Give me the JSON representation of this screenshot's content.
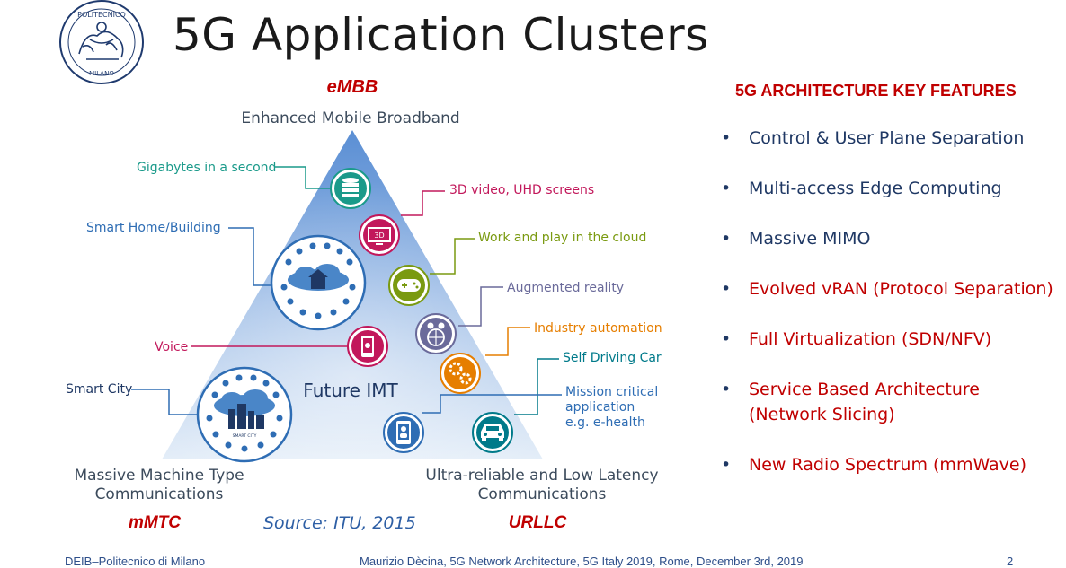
{
  "slide": {
    "title": "5G Application Clusters",
    "logo": {
      "top_text": "POLITECNICO",
      "bottom_text": "MILANO"
    },
    "triangle": {
      "top_acronym": "eMBB",
      "top_label": "Enhanced Mobile Broadband",
      "left_label_line1": "Massive Machine Type",
      "left_label_line2": "Communications",
      "left_acronym": "mMTC",
      "right_label_line1": "Ultra-reliable and Low Latency",
      "right_label_line2": "Communications",
      "right_acronym": "URLLC",
      "center_label": "Future IMT",
      "callouts": {
        "gigabytes": "Gigabytes in a second",
        "smart_home": "Smart Home/Building",
        "voice": "Voice",
        "smart_city": "Smart City",
        "video_3d": "3D video, UHD screens",
        "work_play": "Work and play in the cloud",
        "ar": "Augmented reality",
        "industry": "Industry automation",
        "self_driving": "Self Driving Car",
        "mission_1": "Mission critical",
        "mission_2": "application",
        "mission_3": "e.g. e-health"
      },
      "icon_text": {
        "tv": "3D",
        "city": "SMART CITY"
      }
    },
    "source": "Source: ITU, 2015",
    "features": {
      "heading": "5G ARCHITECTURE KEY FEATURES",
      "bullet": "•",
      "items": [
        {
          "text": "Control & User Plane Separation",
          "color": "#1f3864"
        },
        {
          "text": "Multi-access Edge Computing",
          "color": "#1f3864"
        },
        {
          "text": "Massive MIMO",
          "color": "#1f3864"
        },
        {
          "text": "Evolved vRAN (Protocol Separation)",
          "color": "#c00000"
        },
        {
          "text": "Full Virtualization (SDN/NFV)",
          "color": "#c00000"
        },
        {
          "text": "Service Based Architecture\n(Network Slicing)",
          "color": "#c00000"
        },
        {
          "text": "New Radio Spectrum (mmWave)",
          "color": "#c00000"
        }
      ]
    },
    "footer": {
      "left": "DEIB–Politecnico di Milano",
      "center": "Maurizio Dècina, 5G Network Architecture, 5G Italy 2019, Rome, December 3rd, 2019",
      "page": "2"
    },
    "colors": {
      "callout_teal": "#1a9a8a",
      "callout_blue": "#2e6db4",
      "callout_pink": "#c2185b",
      "callout_green": "#7a9a10",
      "callout_purple": "#6a6a9a",
      "callout_orange": "#e67e00",
      "callout_darkteal": "#007a8a",
      "accent_red": "#c00000"
    }
  }
}
